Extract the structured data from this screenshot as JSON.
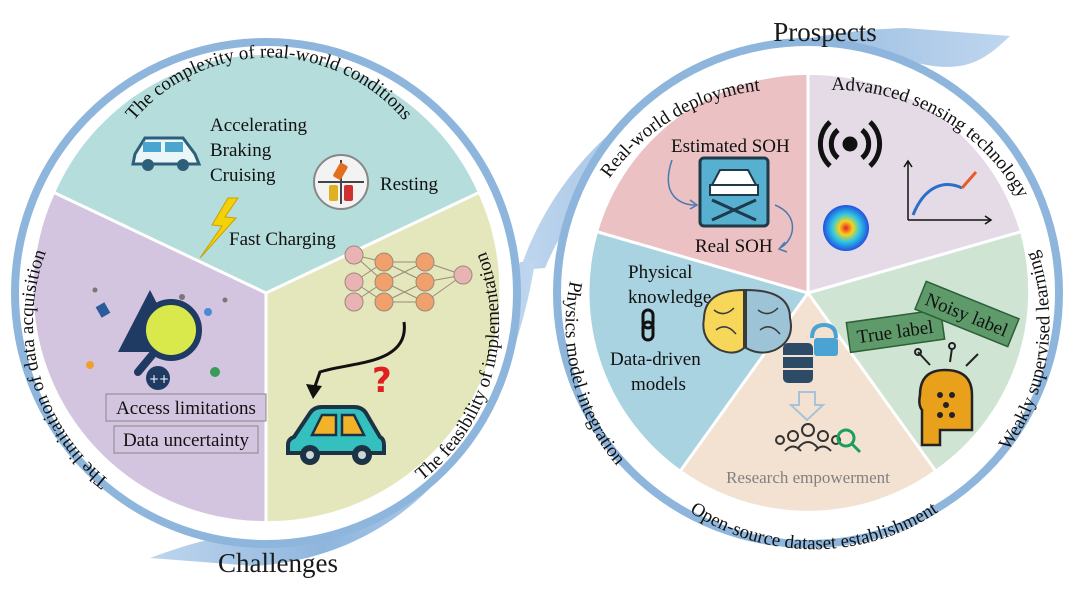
{
  "banners": {
    "prospects": "Prospects",
    "challenges": "Challenges"
  },
  "challenges": {
    "complexity": {
      "title": "The complexity of real-world conditions",
      "driving": [
        "Accelerating",
        "Braking",
        "Cruising"
      ],
      "resting": "Resting",
      "charging": "Fast Charging"
    },
    "limitation": {
      "title": "The limitation of data acquisition",
      "access": "Access limitations",
      "uncertainty": "Data uncertainty"
    },
    "feasibility": {
      "title": "The feasibility of implementation"
    }
  },
  "prospects": {
    "deployment": {
      "title": "Real-world deployment",
      "estimated": "Estimated SOH",
      "real": "Real SOH"
    },
    "sensing": {
      "title": "Advanced sensing technology"
    },
    "weakly": {
      "title": "Weakly supervised learning",
      "true_label": "True label",
      "noisy_label": "Noisy label"
    },
    "opensource": {
      "title": "Open-source dataset establishment",
      "empowerment": "Research empowerment"
    },
    "physics": {
      "title": "Physics model integration",
      "knowledge": [
        "Physical",
        "knowledge"
      ],
      "datadriven": [
        "Data-driven",
        "models"
      ]
    }
  },
  "colors": {
    "complexity": "#b5dddc",
    "limitation": "#d3c4df",
    "feasibility": "#e4e6bc",
    "deployment": "#ebc1c3",
    "sensing": "#e5dbe6",
    "weakly": "#cfe4d3",
    "opensource": "#f3e2d2",
    "physics": "#a9d3e0",
    "arc": "#9ec1e2"
  },
  "icons": [
    "car-icon",
    "parking-icon",
    "lightning-icon",
    "magnifier-alert-icon",
    "neural-network-icon",
    "question-mark-icon",
    "teal-car-icon",
    "car-lift-icon",
    "wireless-signal-icon",
    "heatmap-icon",
    "curve-chart-icon",
    "brain-icon",
    "chain-link-icon",
    "database-icon",
    "people-icon",
    "search-icon",
    "robot-head-icon"
  ]
}
